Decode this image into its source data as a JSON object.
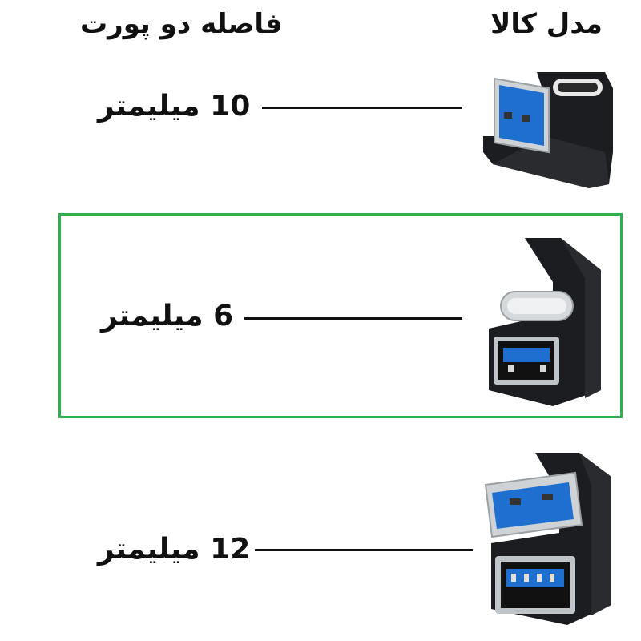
{
  "headers": {
    "model": "مدل کالا",
    "port_distance": "فاصله دو پورت"
  },
  "rows": [
    {
      "distance": "10 میلیمتر",
      "product_icon": "usb-a-male-to-usb-c-female-u-adapter-icon",
      "highlighted": false
    },
    {
      "distance": "6 میلیمتر",
      "product_icon": "usb-c-male-to-usb-a-female-u-adapter-icon",
      "highlighted": true
    },
    {
      "distance": "12 میلیمتر",
      "product_icon": "usb-a-male-to-usb-a-female-u-adapter-icon",
      "highlighted": false
    }
  ],
  "colors": {
    "highlight_border": "#2eb04f",
    "usb3_blue": "#1f6fd1",
    "adapter_body": "#1c1d20"
  }
}
